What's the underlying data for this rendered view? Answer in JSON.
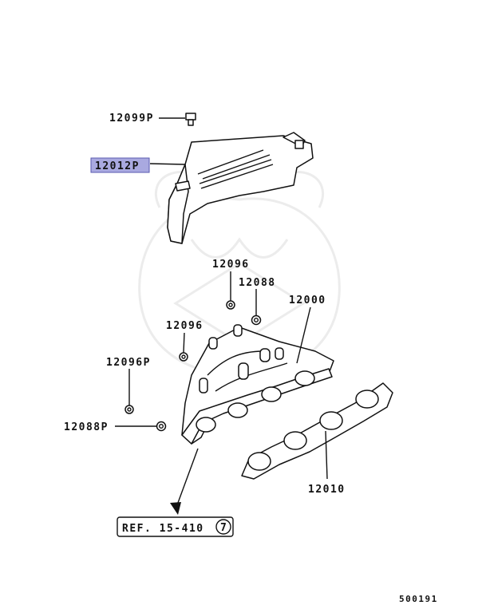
{
  "diagram": {
    "highlight_color": "#a9a9e0",
    "labels": {
      "bolt": "12099P",
      "heat_cover": "12012P",
      "stud_top": "12096",
      "nut_top": "12088",
      "manifold": "12000",
      "stud_mid": "12096",
      "stud_left": "12096P",
      "nut_left": "12088P",
      "gasket": "12010",
      "reference": "REF. 15-410",
      "reference_circle": "7",
      "figure_number": "500191"
    }
  }
}
